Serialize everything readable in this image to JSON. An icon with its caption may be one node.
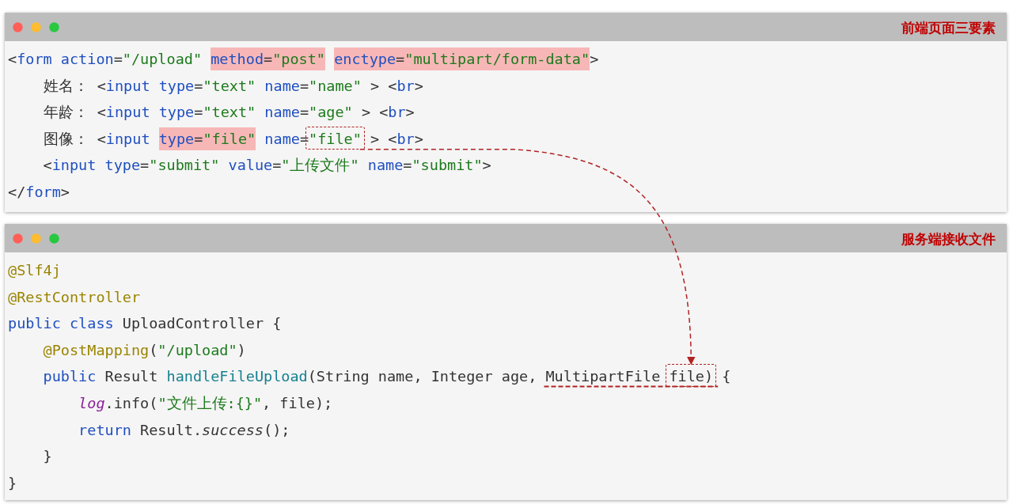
{
  "diagram": {
    "nodes": [
      {
        "text": [
          "前端页面三要素",
          "<form action=\"/upload\" method=\"post\" enctype=\"multipart/form-data\">",
          "    姓名： <input type=\"text\" name=\"name\" > <br>",
          "    年龄： <input type=\"text\" name=\"age\" > <br>",
          "    图像： <input type=\"file\" name=\"file\" > <br>",
          "    <input type=\"submit\" value=\"上传文件\" name=\"submit\">",
          "</form>"
        ]
      },
      {
        "text": [
          "服务端接收文件",
          "@Slf4j",
          "@RestController",
          "public class UploadController {",
          "    @PostMapping(\"/upload\")",
          "    public Result handleFileUpload(String name, Integer age, MultipartFile file) {",
          "        log.info(\"文件上传:{}\", file);",
          "        return Result.success();",
          "    }",
          "}"
        ]
      },
      {
        "text": [],
        "shape": "box",
        "in": 0
      },
      {
        "text": [],
        "shape": "box",
        "in": 1
      }
    ],
    "edges": [
      {
        "from": 2,
        "to": 3,
        "arrow": "to",
        "style": "dashed",
        "color": "#b22222"
      }
    ]
  }
}
